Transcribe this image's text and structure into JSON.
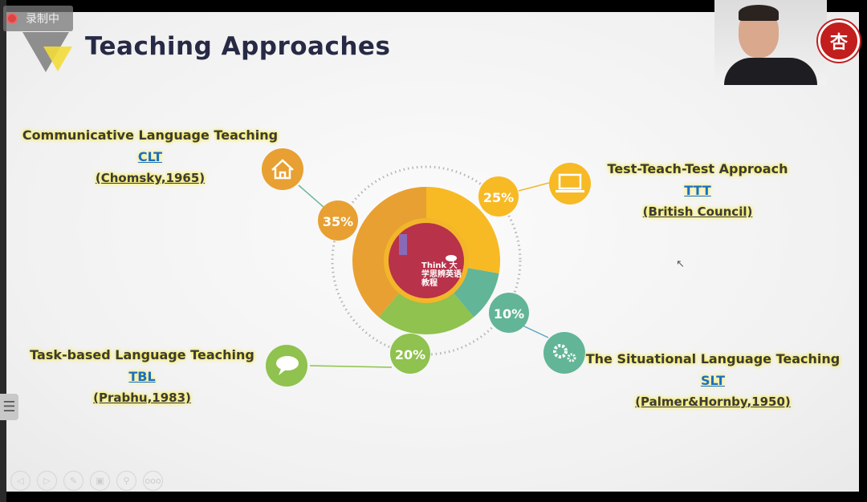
{
  "recording": {
    "label": "录制中"
  },
  "slide": {
    "title": "Teaching Approaches"
  },
  "logo": {
    "text": "杏"
  },
  "approaches": [
    {
      "name": "Communicative Language Teaching",
      "abbr": "CLT",
      "ref": "(Chomsky,1965)",
      "percent_label": "35%",
      "icon": "house-icon"
    },
    {
      "name": "Test-Teach-Test Approach",
      "abbr": "TTT",
      "ref": "(British Council)",
      "percent_label": "25%",
      "icon": "laptop-icon"
    },
    {
      "name": "The Situational Language Teaching",
      "abbr": "SLT",
      "ref": "(Palmer&Hornby,1950)",
      "percent_label": "10%",
      "icon": "gear-icon"
    },
    {
      "name": "Task-based Language Teaching",
      "abbr": "TBL",
      "ref": "(Prabhu,1983)",
      "percent_label": "20%",
      "icon": "chat-bubble-icon"
    }
  ],
  "chart_data": {
    "type": "pie",
    "categories": [
      "TTT",
      "SLT",
      "TBL",
      "CLT"
    ],
    "values": [
      25,
      10,
      20,
      35
    ],
    "colors": [
      "#F7BA24",
      "#62B597",
      "#8FC24E",
      "#E8A032"
    ]
  },
  "center_image": {
    "text": "Think 大学思辨英语教程"
  },
  "controls": [
    "previous",
    "next",
    "pen",
    "slides",
    "zoom",
    "more"
  ],
  "controls_more": "ooo"
}
